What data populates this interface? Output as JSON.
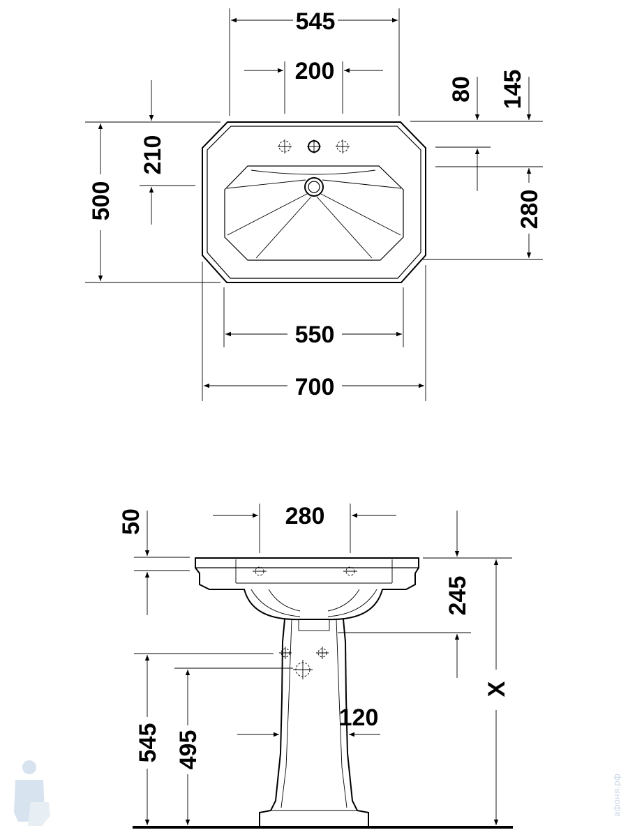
{
  "top_view": {
    "dimensions": {
      "width_top": "545",
      "tap_spacing": "200",
      "offset_80": "80",
      "offset_145": "145",
      "depth_210": "210",
      "depth_500": "500",
      "depth_280": "280",
      "bowl_width": "550",
      "overall_width": "700"
    }
  },
  "side_view": {
    "dimensions": {
      "thickness_50": "50",
      "spacing_280": "280",
      "height_245": "245",
      "overall_height": "X",
      "pedestal_120": "120",
      "height_545": "545",
      "height_495": "495"
    }
  },
  "watermark": {
    "text": "афоня.рф"
  }
}
